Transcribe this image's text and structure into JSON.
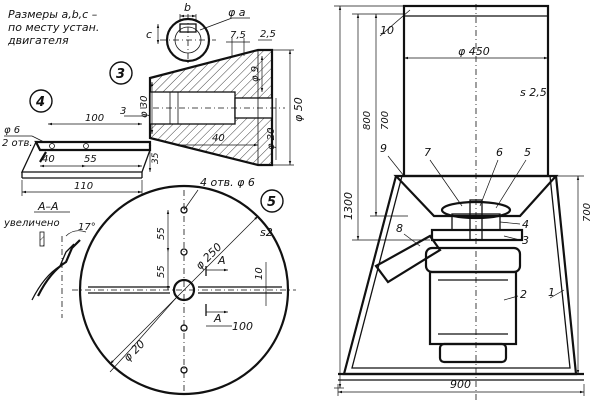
{
  "notes": {
    "sizes_line1": "Размеры a,b,c –",
    "sizes_line2": "по месту устан.",
    "sizes_line3": "двигателя"
  },
  "callouts": [
    "3",
    "4",
    "5"
  ],
  "part3_dims": {
    "b": "b",
    "phi_a": "φ a",
    "c": "c",
    "d75": "7,5",
    "d25": "2,5",
    "d9": "φ 9",
    "d30": "φ 30",
    "d50": "φ 50",
    "d20": "φ 20",
    "d40": "40"
  },
  "part4_dims": {
    "holes_line1": "φ 6",
    "holes_line2": "2 отв.",
    "d100": "100",
    "d3": "3",
    "d40": "40",
    "d55": "55",
    "d35": "35",
    "d110": "110"
  },
  "section": {
    "title": "A–A",
    "enlarged": "увеличено",
    "angle": "17°"
  },
  "part5_dims": {
    "holes": "4 отв. φ 6",
    "s2": "s2",
    "d55a": "55",
    "d55b": "55",
    "d250": "φ 250",
    "d10": "10",
    "d100": "100",
    "d20": "φ 20",
    "markA1": "A",
    "markA2": "A"
  },
  "assembly": {
    "d1300": "1300",
    "d800": "800",
    "d700a": "700",
    "d700b": "700",
    "d450": "φ 450",
    "s25": "s 2,5",
    "d900": "900",
    "labels": [
      "1",
      "2",
      "3",
      "4",
      "5",
      "6",
      "7",
      "8",
      "9",
      "10"
    ]
  }
}
